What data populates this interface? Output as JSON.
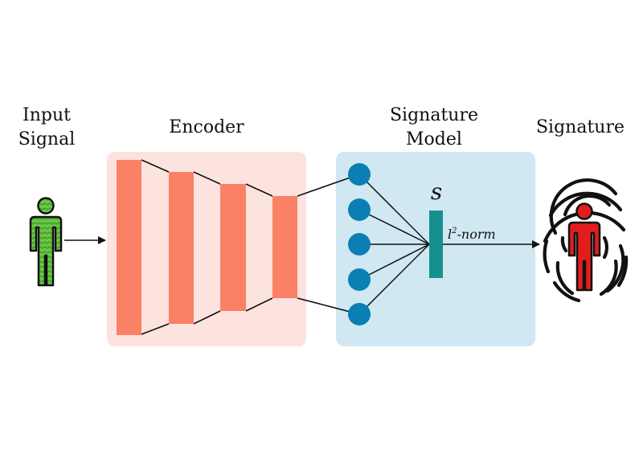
{
  "labels": {
    "input_line1": "Input",
    "input_line2": "Signal",
    "encoder": "Encoder",
    "sigmodel_line1": "Signature",
    "sigmodel_line2": "Model",
    "signature": "Signature",
    "s_symbol": "s",
    "norm_l": "l",
    "norm_sup": "2",
    "norm_rest": "-norm"
  },
  "colors": {
    "encoder_panel": "#fce3de",
    "encoder_layer": "#fa8066",
    "signature_panel": "#cfe8f2",
    "node": "#0b7fb3",
    "signature_vector": "#15908f",
    "input_person_fill": "#5dbe3e",
    "output_person_fill": "#e31d1d",
    "line": "#111111"
  },
  "icons": {
    "input": "person-icon",
    "output": "fingerprint-person-icon"
  }
}
